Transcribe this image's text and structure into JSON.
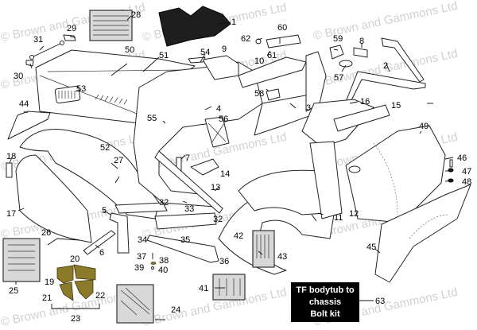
{
  "diagram": {
    "title": "MG TF body tub exploded parts diagram",
    "watermark": "© Brown and Gammons Ltd",
    "note_box": {
      "lines": [
        "TF bodytub to",
        "chassis",
        "Bolt kit"
      ],
      "callout": "63"
    },
    "callouts": [
      "1",
      "2",
      "3",
      "4",
      "5",
      "6",
      "7",
      "8",
      "9",
      "10",
      "11",
      "12",
      "13",
      "14",
      "15",
      "16",
      "17",
      "18",
      "19",
      "20",
      "21",
      "22",
      "23",
      "24",
      "25",
      "26",
      "27",
      "28",
      "29",
      "30",
      "31",
      "32",
      "32",
      "33",
      "34",
      "35",
      "36",
      "37",
      "38",
      "39",
      "40",
      "41",
      "42",
      "43",
      "44",
      "45",
      "46",
      "47",
      "48",
      "49",
      "50",
      "51",
      "52",
      "53",
      "54",
      "55",
      "56",
      "57",
      "58",
      "59",
      "60",
      "61",
      "62",
      "63"
    ],
    "colors": {
      "line": "#222222",
      "background": "#ffffff",
      "watermark": "#c9c9c9",
      "note_bg": "#000000",
      "note_text": "#ffffff"
    }
  }
}
